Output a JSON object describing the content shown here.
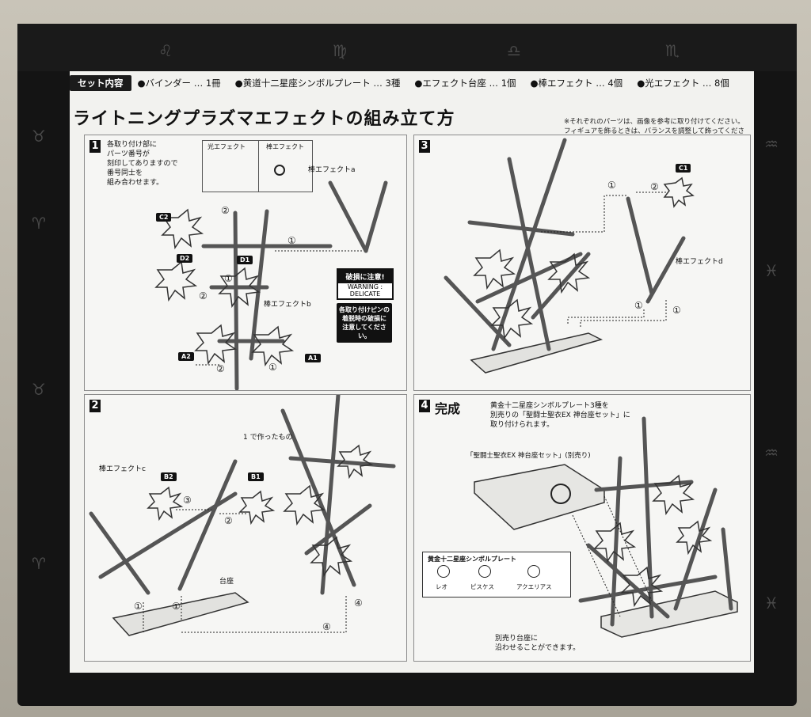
{
  "set_contents": {
    "label": "セット内容",
    "items": [
      "●バインダー … 1冊",
      "●黄道十二星座シンボルプレート … 3種",
      "●エフェクト台座 … 1個",
      "●棒エフェクト … 4個",
      "●光エフェクト … 8個"
    ]
  },
  "title": "ライトニングプラズマエフェクトの組み立て方",
  "note": [
    "※それぞれのパーツは、画像を参考に取り付けてください。",
    "フィギュアを飾るときは、バランスを調整して飾ってください。"
  ],
  "step1": {
    "number": "1",
    "instruction": [
      "各取り付け部に",
      "パーツ番号が",
      "刻印してありますので",
      "番号同士を",
      "組み合わせます。"
    ],
    "legend_light": "光エフェクト",
    "legend_rod": "棒エフェクト",
    "rod_a": "棒エフェクトa",
    "rod_b": "棒エフェクトb",
    "tags": [
      "C2",
      "D2",
      "D1",
      "A2",
      "A1"
    ],
    "warning_title": "破損に注意!",
    "warning_en": [
      "WARNING :",
      "DELICATE"
    ],
    "caution": [
      "各取り付けピンの",
      "着脱時の破損に",
      "注意してください。"
    ]
  },
  "step2": {
    "number": "2",
    "made_in_1": "1 で作ったもの",
    "rod_c": "棒エフェクトc",
    "tags": [
      "B2",
      "B1"
    ],
    "base": "台座"
  },
  "step3": {
    "number": "3",
    "tag": "C1",
    "rod_d": "棒エフェクトd"
  },
  "step4": {
    "number": "4",
    "heading": "完成",
    "desc": [
      "黄金十二星座シンボルプレート3種を",
      "別売りの「聖闘士聖衣EX 神台座セット」に",
      "取り付けられます。"
    ],
    "sold_separately": "「聖闘士聖衣EX 神台座セット」(別売り)",
    "plate_title": "黄金十二星座シンボルプレート",
    "plates": [
      "レオ",
      "ピスケス",
      "アクエリアス"
    ],
    "footer": [
      "別売り台座に",
      "沿わせることができます。"
    ]
  },
  "markers": [
    "①",
    "②",
    "③",
    "④"
  ]
}
